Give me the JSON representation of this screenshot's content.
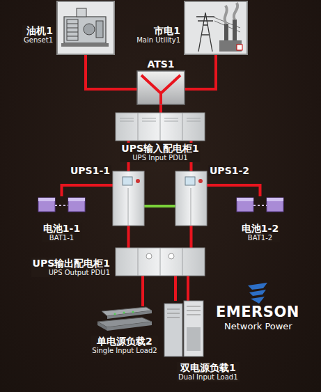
{
  "diagram": {
    "nodes": [
      {
        "text": [
          "油机1",
          "Genset1"
        ]
      },
      {
        "text": [
          "市电1",
          "Main Utility1"
        ]
      },
      {
        "text": [
          "ATS1"
        ]
      },
      {
        "text": [
          "UPS输入配电柜1",
          "UPS Input PDU1"
        ]
      },
      {
        "text": [
          "UPS1-1"
        ]
      },
      {
        "text": [
          "UPS1-2"
        ]
      },
      {
        "text": [
          "电池1-1",
          "BAT1-1"
        ]
      },
      {
        "text": [
          "电池1-2",
          "BAT1-2"
        ]
      },
      {
        "text": [
          "UPS输出配电柜1",
          "UPS Output PDU1"
        ]
      },
      {
        "text": [
          "单电源负载2",
          "Single Input Load2"
        ]
      },
      {
        "text": [
          "双电源负载1",
          "Dual Input Load1"
        ]
      }
    ],
    "edges": [
      {
        "from": 0,
        "to": 2,
        "arrow": "none"
      },
      {
        "from": 1,
        "to": 2,
        "arrow": "none"
      },
      {
        "from": 2,
        "to": 3,
        "arrow": "none"
      },
      {
        "from": 3,
        "to": 4,
        "arrow": "none"
      },
      {
        "from": 3,
        "to": 5,
        "arrow": "none"
      },
      {
        "from": 4,
        "to": 6,
        "arrow": "none"
      },
      {
        "from": 5,
        "to": 7,
        "arrow": "none"
      },
      {
        "from": 4,
        "to": 5,
        "arrow": "none"
      },
      {
        "from": 4,
        "to": 8,
        "arrow": "none"
      },
      {
        "from": 5,
        "to": 8,
        "arrow": "none"
      },
      {
        "from": 8,
        "to": 9,
        "arrow": "none"
      },
      {
        "from": 8,
        "to": 10,
        "arrow": "none"
      }
    ],
    "labels": [
      "EMERSON",
      "Network Power"
    ]
  }
}
